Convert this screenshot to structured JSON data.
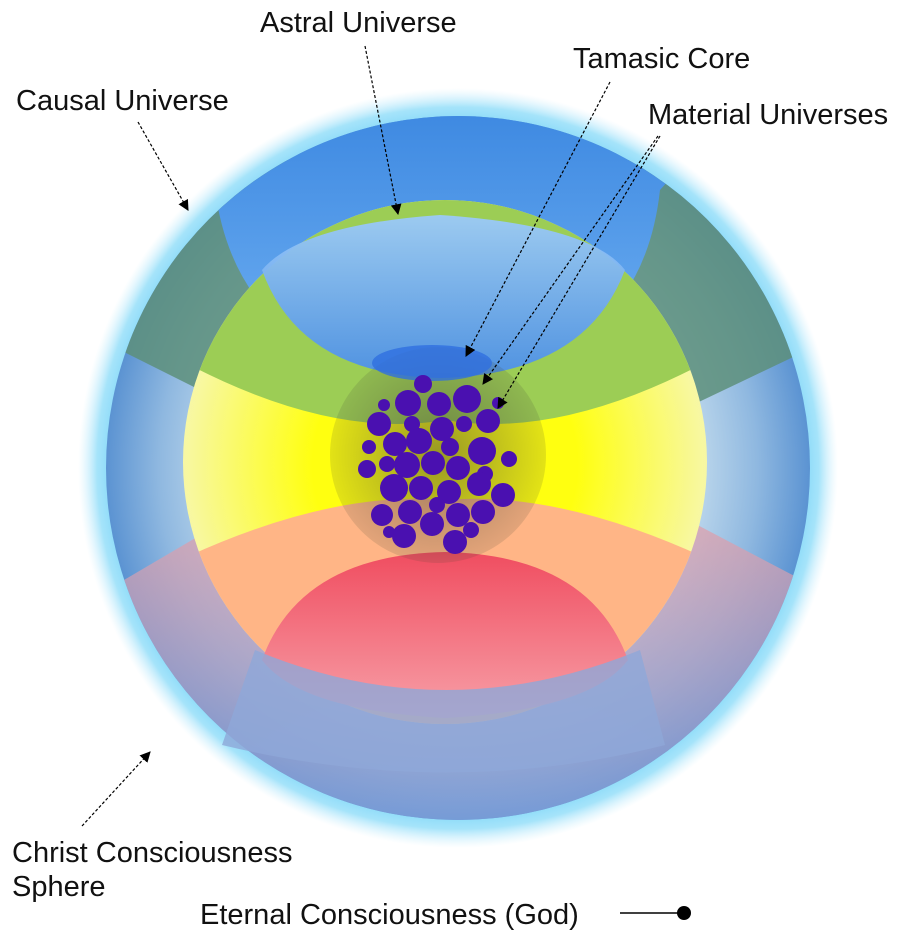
{
  "labels": {
    "astral": "Astral Universe",
    "tamasic": "Tamasic Core",
    "causal": "Causal Universe",
    "material": "Material Universes",
    "christ_line1": "Christ Consciousness",
    "christ_line2": "Sphere",
    "eternal": "Eternal Consciousness (God)"
  },
  "colors": {
    "halo": "#4fc8f5",
    "outer_sphere": "#5aa0d8",
    "causal_band": "#5e8f7a",
    "astral_blue": "#4a90e6",
    "green_band": "#9ccf5a",
    "yellow_band": "#ffff22",
    "orange_band": "#ffb080",
    "red_band": "#f2505e",
    "material_circles": "#4a10b0"
  },
  "icons": {
    "pointer_arrow": "arrowhead-icon",
    "god_point": "dot-icon"
  }
}
